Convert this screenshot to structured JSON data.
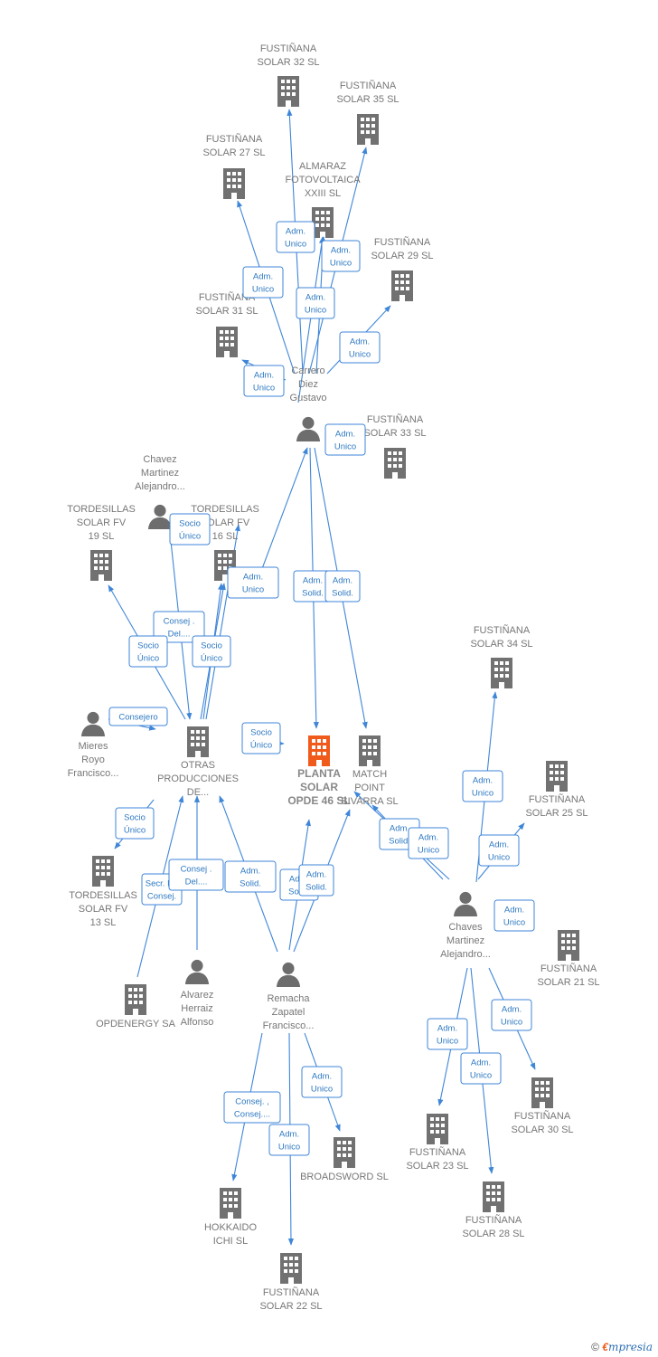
{
  "colors": {
    "edge": "#3f86d8",
    "company": "#717171",
    "focus": "#f05a1a",
    "person": "#6d6d6d",
    "label_box_border": "#3f86d8"
  },
  "nodes": [
    {
      "id": "n1",
      "type": "company",
      "lines": [
        "FUSTIÑANA",
        "SOLAR 32 SL"
      ]
    },
    {
      "id": "n2",
      "type": "company",
      "lines": [
        "FUSTIÑANA",
        "SOLAR 35 SL"
      ]
    },
    {
      "id": "n3",
      "type": "company",
      "lines": [
        "FUSTIÑANA",
        "SOLAR 27 SL"
      ]
    },
    {
      "id": "n4",
      "type": "company",
      "lines": [
        "ALMARAZ",
        "FOTOVOLTAICA",
        "XXIII SL"
      ]
    },
    {
      "id": "n5",
      "type": "company",
      "lines": [
        "FUSTIÑANA",
        "SOLAR 29 SL"
      ]
    },
    {
      "id": "n6",
      "type": "company",
      "lines": [
        "FUSTIÑANA",
        "SOLAR 31 SL"
      ]
    },
    {
      "id": "n7",
      "type": "person",
      "lines": [
        "Carrero",
        "Diez",
        "Gustavo"
      ]
    },
    {
      "id": "n8",
      "type": "company",
      "lines": [
        "FUSTIÑANA",
        "SOLAR 33 SL"
      ]
    },
    {
      "id": "n9",
      "type": "person",
      "lines": [
        "Chavez",
        "Martinez",
        "Alejandro..."
      ]
    },
    {
      "id": "n10",
      "type": "company",
      "lines": [
        "TORDESILLAS",
        "SOLAR FV",
        "19 SL"
      ]
    },
    {
      "id": "n11",
      "type": "company",
      "lines": [
        "TORDESILLAS",
        "SOLAR FV",
        "16 SL"
      ]
    },
    {
      "id": "n12",
      "type": "company",
      "lines": [
        "FUSTIÑANA",
        "SOLAR 34 SL"
      ]
    },
    {
      "id": "n13",
      "type": "person",
      "lines": [
        "Mieres",
        "Royo",
        "Francisco..."
      ]
    },
    {
      "id": "n14",
      "type": "company",
      "lines": [
        "OTRAS",
        "PRODUCCIONES",
        "DE..."
      ]
    },
    {
      "id": "n15",
      "type": "focus",
      "lines": [
        "PLANTA",
        "SOLAR",
        "OPDE 46 SL"
      ]
    },
    {
      "id": "n16",
      "type": "company",
      "lines": [
        "MATCH",
        "POINT",
        "SIVARRA SL"
      ]
    },
    {
      "id": "n17",
      "type": "company",
      "lines": [
        "FUSTIÑANA",
        "SOLAR 25 SL"
      ]
    },
    {
      "id": "n18",
      "type": "company",
      "lines": [
        "TORDESILLAS",
        "SOLAR FV",
        "13 SL"
      ]
    },
    {
      "id": "n19",
      "type": "person",
      "lines": [
        "Chaves",
        "Martinez",
        "Alejandro..."
      ]
    },
    {
      "id": "n20",
      "type": "company",
      "lines": [
        "FUSTIÑANA",
        "SOLAR 21 SL"
      ]
    },
    {
      "id": "n21",
      "type": "company",
      "lines": [
        "OPDENERGY SA"
      ]
    },
    {
      "id": "n22",
      "type": "person",
      "lines": [
        "Alvarez",
        "Herraiz",
        "Alfonso"
      ]
    },
    {
      "id": "n23",
      "type": "person",
      "lines": [
        "Remacha",
        "Zapatel",
        "Francisco..."
      ]
    },
    {
      "id": "n24",
      "type": "company",
      "lines": [
        "FUSTIÑANA",
        "SOLAR 30 SL"
      ]
    },
    {
      "id": "n25",
      "type": "company",
      "lines": [
        "BROADSWORD SL"
      ]
    },
    {
      "id": "n26",
      "type": "company",
      "lines": [
        "FUSTIÑANA",
        "SOLAR 23 SL"
      ]
    },
    {
      "id": "n27",
      "type": "company",
      "lines": [
        "HOKKAIDO",
        "ICHI SL"
      ]
    },
    {
      "id": "n28",
      "type": "company",
      "lines": [
        "FUSTIÑANA",
        "SOLAR 28 SL"
      ]
    },
    {
      "id": "n29",
      "type": "company",
      "lines": [
        "FUSTIÑANA",
        "SOLAR 22 SL"
      ]
    }
  ],
  "edge_labels": [
    [
      "Adm.",
      "Unico"
    ],
    [
      "Adm.",
      "Unico"
    ],
    [
      "Adm.",
      "Unico"
    ],
    [
      "Adm.",
      "Unico"
    ],
    [
      "Adm.",
      "Unico"
    ],
    [
      "Adm.",
      "Unico"
    ],
    [
      "Adm.",
      "Unico"
    ],
    [
      "Adm.",
      "Solid."
    ],
    [
      "Adm.",
      "Solid."
    ],
    [
      "Adm.",
      "Unico"
    ],
    [
      "Consej .",
      "Del...."
    ],
    [
      "Consej .",
      "Del...."
    ],
    [
      "Socio",
      "Único"
    ],
    [
      "Socio",
      "Único"
    ],
    [
      "Consejero"
    ],
    [
      "Socio",
      "Único"
    ],
    [
      "Socio",
      "Único"
    ],
    [
      "Socio",
      "Único"
    ],
    [
      "Secr.  No",
      "Consej."
    ],
    [
      "Consej .",
      "Del...."
    ],
    [
      "Adm.",
      "Solid."
    ],
    [
      "Adm.",
      "Solid."
    ],
    [
      "Adm.",
      "Solid."
    ],
    [
      "Adm.",
      "Solid."
    ],
    [
      "Adm.",
      "Unico"
    ],
    [
      "Adm.",
      "Unico"
    ],
    [
      "Adm.",
      "Unico"
    ],
    [
      "Adm.",
      "Unico"
    ],
    [
      "Adm.",
      "Unico"
    ],
    [
      "Adm.",
      "Unico"
    ],
    [
      "Consej. ,",
      "Consej...."
    ],
    [
      "Adm.",
      "Unico"
    ],
    [
      "Adm.",
      "Unico"
    ]
  ],
  "brand": {
    "copyright": "©",
    "e": "€",
    "rest": "mpresia"
  }
}
